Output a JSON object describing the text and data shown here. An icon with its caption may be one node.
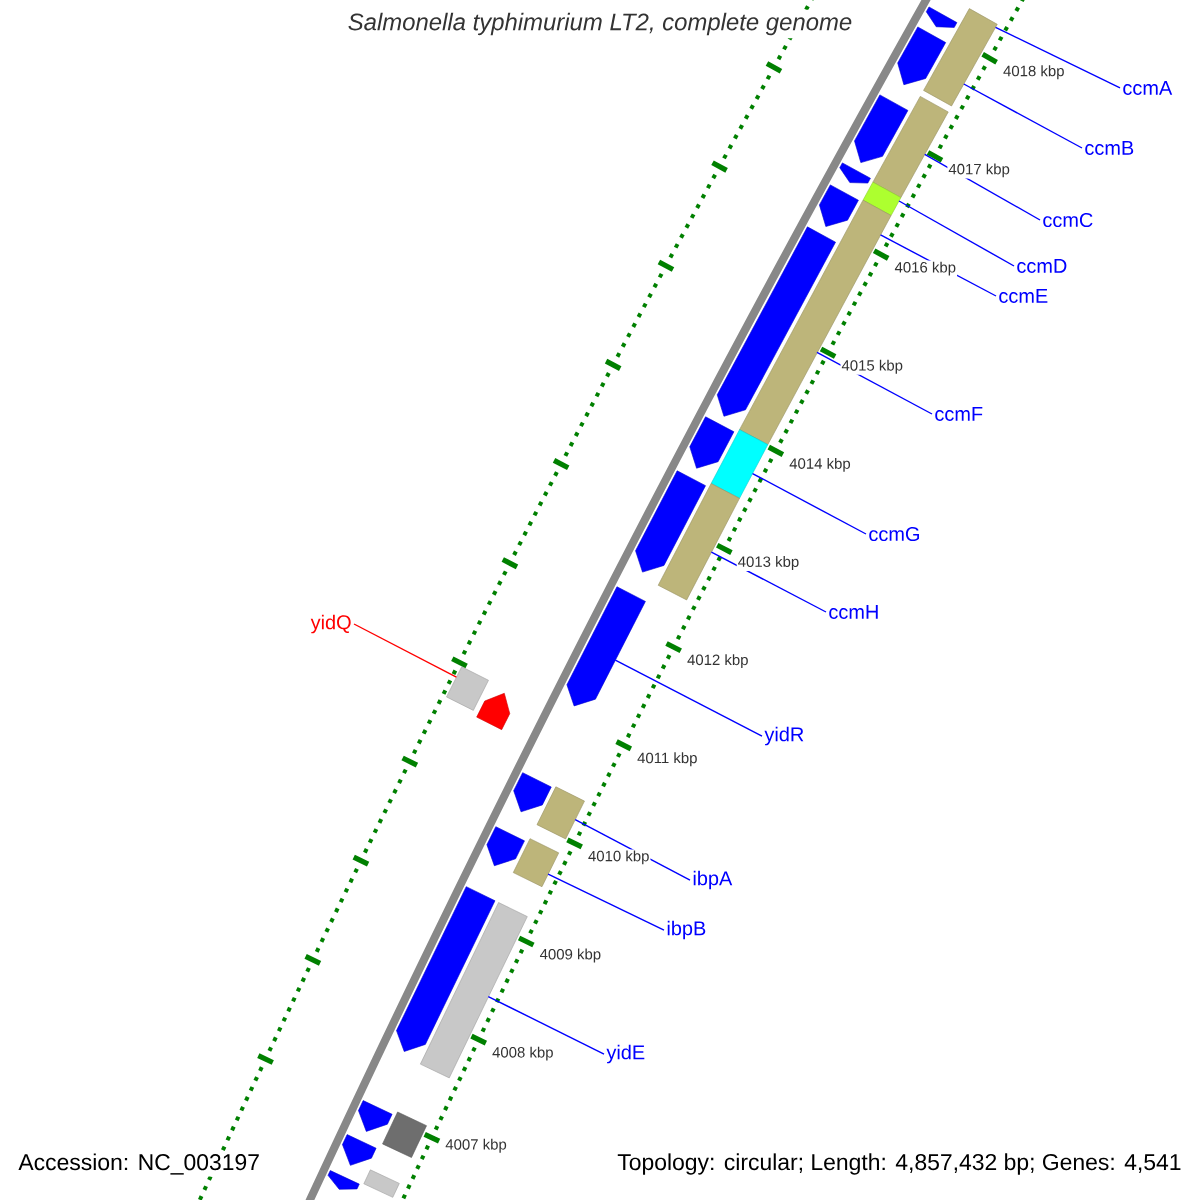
{
  "diagram": {
    "title": "Salmonella typhimurium LT2, complete genome",
    "nodes": [
      {
        "text": [
          "ccmA"
        ]
      },
      {
        "text": [
          "ccmB"
        ]
      },
      {
        "text": [
          "ccmC"
        ]
      },
      {
        "text": [
          "ccmD"
        ]
      },
      {
        "text": [
          "ccmE"
        ]
      },
      {
        "text": [
          "ccmF"
        ]
      },
      {
        "text": [
          "ccmG"
        ]
      },
      {
        "text": [
          "ccmH"
        ]
      },
      {
        "text": [
          "yidQ"
        ]
      },
      {
        "text": [
          "yidR"
        ]
      },
      {
        "text": [
          "ibpA"
        ]
      },
      {
        "text": [
          "ibpB"
        ]
      },
      {
        "text": [
          "yidE"
        ]
      },
      {
        "text": [],
        "shape": "box"
      },
      {
        "text": [],
        "shape": "arrow"
      },
      {
        "text": [],
        "shape": "arrow"
      },
      {
        "text": [],
        "shape": "box"
      },
      {
        "text": [],
        "shape": "arrow"
      },
      {
        "text": [],
        "shape": "arrow"
      },
      {
        "text": [],
        "shape": "box"
      },
      {
        "text": [],
        "shape": "box"
      },
      {
        "text": [],
        "shape": "arrow"
      },
      {
        "text": [],
        "shape": "arrow"
      },
      {
        "text": [],
        "shape": "box"
      },
      {
        "text": [],
        "shape": "arrow"
      },
      {
        "text": [],
        "shape": "box"
      },
      {
        "text": [],
        "shape": "arrow"
      },
      {
        "text": [],
        "shape": "arrow"
      },
      {
        "text": [],
        "shape": "box"
      },
      {
        "text": [],
        "shape": "arrow"
      },
      {
        "text": [],
        "shape": "box"
      },
      {
        "text": [],
        "shape": "arrow"
      },
      {
        "text": [],
        "shape": "box"
      },
      {
        "text": [],
        "shape": "arrow"
      },
      {
        "text": [],
        "shape": "arrow"
      },
      {
        "text": [],
        "shape": "box"
      },
      {
        "text": [],
        "shape": "box"
      },
      {
        "text": [],
        "shape": "arrow"
      },
      {
        "text": [],
        "shape": "arrow"
      },
      {
        "text": [],
        "shape": "box"
      },
      {
        "text": [],
        "shape": "arrow"
      }
    ],
    "edges": [
      {
        "from": 0,
        "to": 13,
        "arrow": "none"
      },
      {
        "from": 1,
        "to": 13,
        "arrow": "none"
      },
      {
        "from": 2,
        "to": 16,
        "arrow": "none"
      },
      {
        "from": 3,
        "to": 19,
        "arrow": "none"
      },
      {
        "from": 4,
        "to": 20,
        "arrow": "none"
      },
      {
        "from": 5,
        "to": 20,
        "arrow": "none"
      },
      {
        "from": 6,
        "to": 23,
        "arrow": "none"
      },
      {
        "from": 7,
        "to": 25,
        "arrow": "none"
      },
      {
        "from": 8,
        "to": 28,
        "arrow": "none",
        "color": "#ff0000"
      },
      {
        "from": 9,
        "to": 27,
        "arrow": "none"
      },
      {
        "from": 10,
        "to": 30,
        "arrow": "none"
      },
      {
        "from": 11,
        "to": 32,
        "arrow": "none"
      },
      {
        "from": 12,
        "to": 35,
        "arrow": "none"
      }
    ],
    "labels": [
      "4018 kbp",
      "4017 kbp",
      "4016 kbp",
      "4015 kbp",
      "4014 kbp",
      "4013 kbp",
      "4012 kbp",
      "4011 kbp",
      "4010 kbp",
      "4009 kbp",
      "4008 kbp",
      "4007 kbp",
      "Accession: NC_003197",
      "Topology: circular; Length: 4,857,432 bp; Genes: 4,541"
    ]
  }
}
